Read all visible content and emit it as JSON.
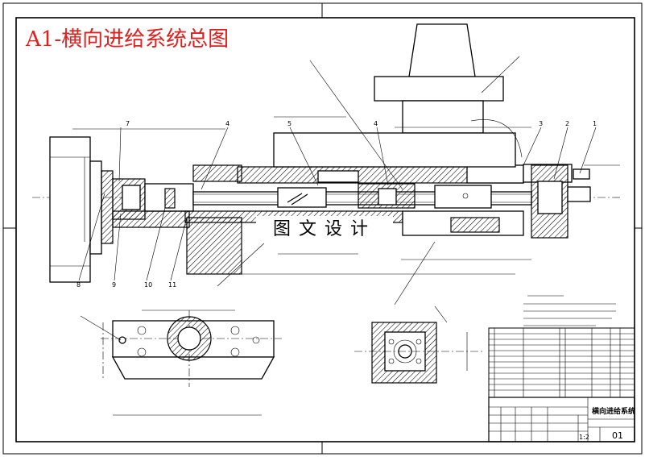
{
  "title": "A1-横向进给系统总图",
  "watermark": "图文设计",
  "part_balloons": [
    "1",
    "2",
    "3",
    "4",
    "5",
    "4",
    "11",
    "10",
    "9",
    "8",
    "7"
  ],
  "drawing_number": "01",
  "scale": "1:2",
  "drawing_name": "横向进给系统",
  "colors": {
    "title": "#e0201e",
    "lines": "#000000",
    "background": "#ffffff"
  }
}
